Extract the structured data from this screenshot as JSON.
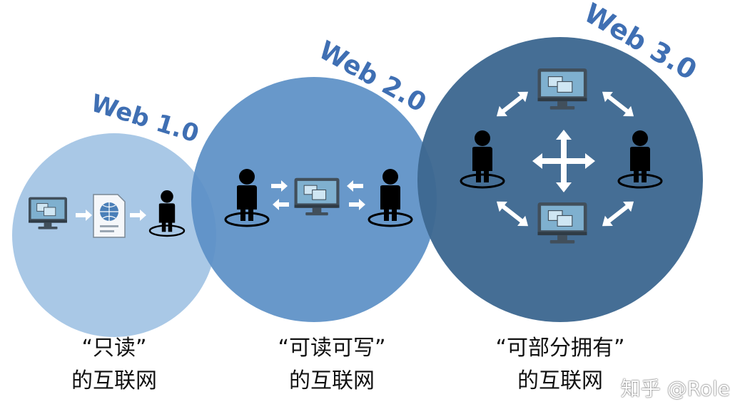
{
  "stages": [
    {
      "id": "web1",
      "title": "Web 1.0",
      "caption_line1": "“只读”",
      "caption_line2": "的互联网",
      "circle_color": "#a9c8e6"
    },
    {
      "id": "web2",
      "title": "Web 2.0",
      "caption_line1": "“可读可写”",
      "caption_line2": "的互联网",
      "circle_color": "#5c90c6"
    },
    {
      "id": "web3",
      "title": "Web 3.0",
      "caption_line1": "“可部分拥有”",
      "caption_line2": "的互联网",
      "circle_color": "#3d6891"
    }
  ],
  "watermark": "知乎 @Role",
  "colors": {
    "title_blue": "#3f6fb3",
    "arrow_fill": "#ffffff",
    "person_fill": "#000000",
    "monitor_screen": "#7aa7c7",
    "monitor_frame": "#414f5b"
  },
  "icons": [
    "monitor-icon",
    "webpage-document-icon",
    "person-icon",
    "arrow-icon",
    "four-way-arrow-icon"
  ]
}
